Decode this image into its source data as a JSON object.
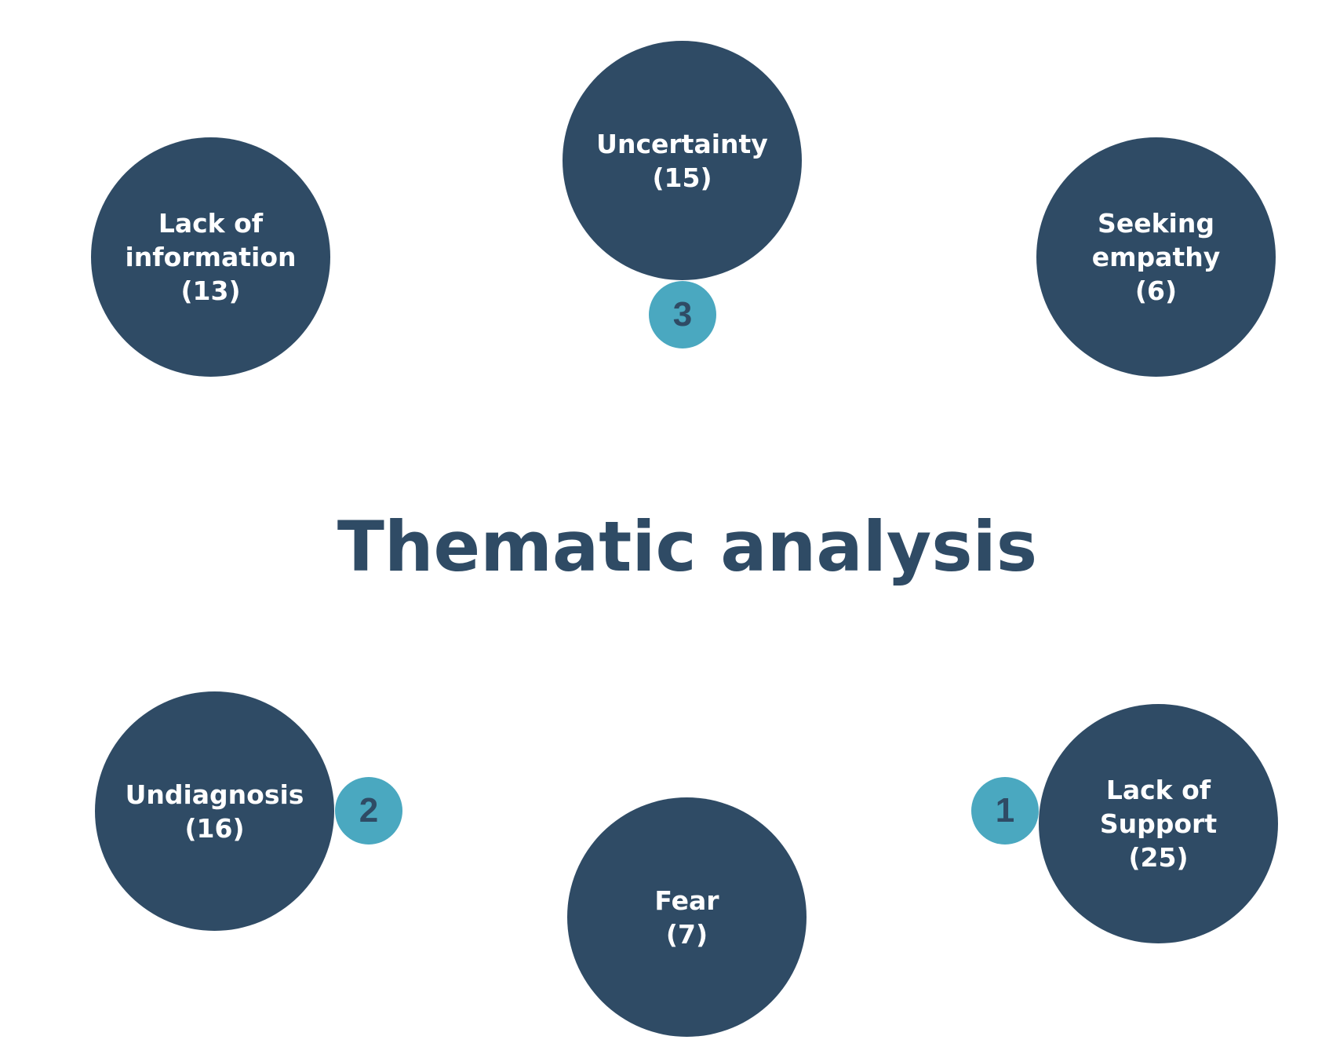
{
  "title": "Thematic analysis",
  "themes": [
    {
      "label": "Uncertainty",
      "count": "(15)"
    },
    {
      "label": "Lack of\ninformation",
      "count": "(13)"
    },
    {
      "label": "Seeking\nempathy",
      "count": "(6)"
    },
    {
      "label": "Undiagnosis",
      "count": "(16)"
    },
    {
      "label": "Fear",
      "count": "(7)"
    },
    {
      "label": "Lack of\nSupport",
      "count": "(25)"
    }
  ],
  "ranks": [
    "3",
    "2",
    "1"
  ],
  "colors": {
    "theme_circle": "#2f4b65",
    "rank_circle": "#4aa8c0",
    "title_text": "#2f4b65"
  }
}
